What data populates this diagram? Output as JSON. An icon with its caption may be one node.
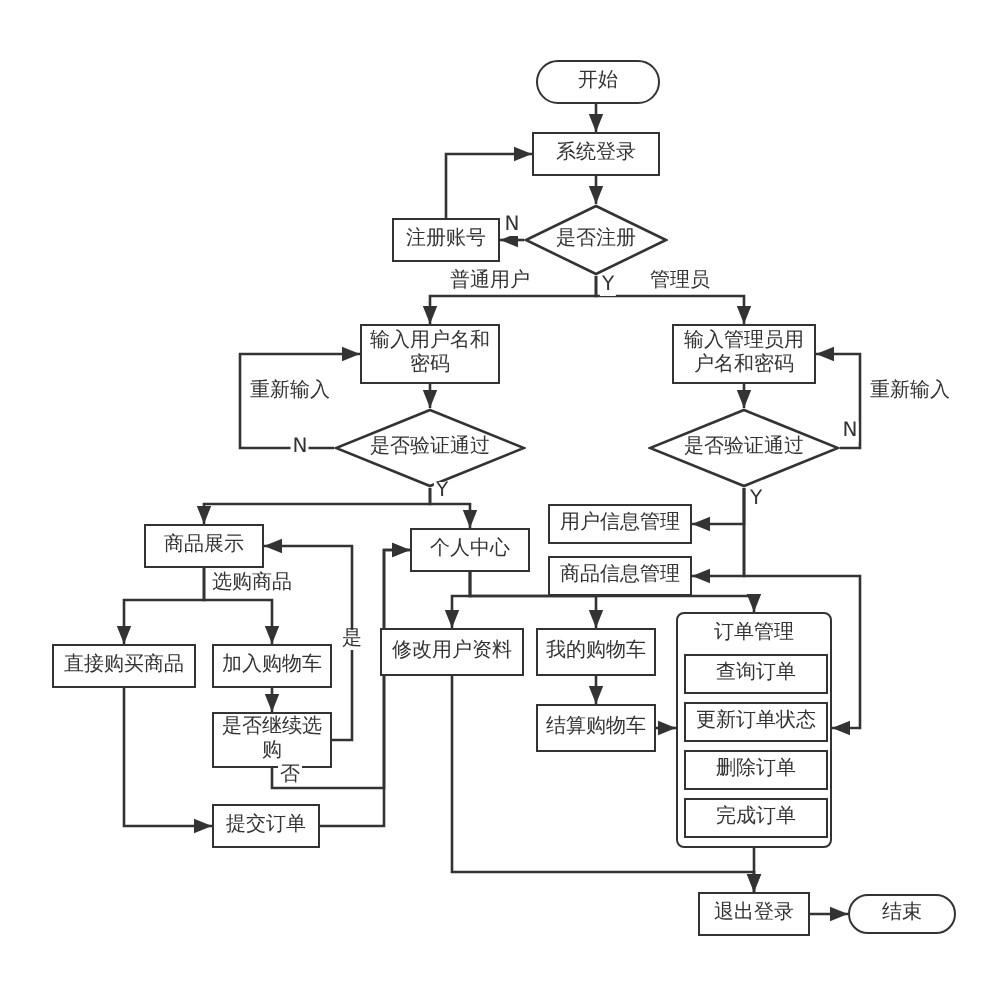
{
  "diagram": {
    "nodes": [
      {
        "text": [
          "开始"
        ]
      },
      {
        "text": [
          "系统登录"
        ]
      },
      {
        "text": [
          "是否注册"
        ]
      },
      {
        "text": [
          "注册账号"
        ]
      },
      {
        "text": [
          "输入用户名和密码"
        ]
      },
      {
        "text": [
          "输入管理员用户名和密码"
        ]
      },
      {
        "text": [
          "是否验证通过"
        ]
      },
      {
        "text": [
          "是否验证通过"
        ]
      },
      {
        "text": [
          "用户信息管理"
        ]
      },
      {
        "text": [
          "商品信息管理"
        ]
      },
      {
        "text": [
          "商品展示"
        ]
      },
      {
        "text": [
          "个人中心"
        ]
      },
      {
        "text": [
          "直接购买商品"
        ]
      },
      {
        "text": [
          "加入购物车"
        ]
      },
      {
        "text": [
          "是否继续选购"
        ]
      },
      {
        "text": [
          "提交订单"
        ]
      },
      {
        "text": [
          "修改用户资料"
        ]
      },
      {
        "text": [
          "我的购物车"
        ]
      },
      {
        "text": [
          "结算购物车"
        ]
      },
      {
        "text": [
          "订单管理"
        ]
      },
      {
        "text": [
          "查询订单"
        ],
        "in": 19
      },
      {
        "text": [
          "更新订单状态"
        ],
        "in": 19
      },
      {
        "text": [
          "删除订单"
        ],
        "in": 19
      },
      {
        "text": [
          "完成订单"
        ],
        "in": 19
      },
      {
        "text": [
          "退出登录"
        ]
      },
      {
        "text": [
          "结束"
        ]
      }
    ],
    "edges": [
      {
        "from": 0,
        "to": 1,
        "arrow": "to"
      },
      {
        "from": 1,
        "to": 2,
        "arrow": "to"
      },
      {
        "from": 2,
        "to": 3,
        "arrow": "to",
        "label": "N"
      },
      {
        "from": 3,
        "to": 1,
        "arrow": "to"
      },
      {
        "from": 2,
        "to": 4,
        "arrow": "to",
        "label": "普通用户"
      },
      {
        "from": 2,
        "to": 5,
        "arrow": "to",
        "label": "管理员"
      },
      {
        "from": 4,
        "to": 6,
        "arrow": "to"
      },
      {
        "from": 6,
        "to": 4,
        "arrow": "to",
        "label": "重新输入"
      },
      {
        "from": 5,
        "to": 7,
        "arrow": "to"
      },
      {
        "from": 7,
        "to": 5,
        "arrow": "to",
        "label": "重新输入"
      },
      {
        "from": 6,
        "to": 10,
        "arrow": "to"
      },
      {
        "from": 6,
        "to": 11,
        "arrow": "to"
      },
      {
        "from": 7,
        "to": 8,
        "arrow": "to"
      },
      {
        "from": 7,
        "to": 9,
        "arrow": "to"
      },
      {
        "from": 7,
        "to": 19,
        "arrow": "to"
      },
      {
        "from": 10,
        "to": 12,
        "arrow": "to",
        "label": "选购商品"
      },
      {
        "from": 10,
        "to": 13,
        "arrow": "to"
      },
      {
        "from": 13,
        "to": 14,
        "arrow": "to"
      },
      {
        "from": 14,
        "to": 10,
        "arrow": "to",
        "label": "是"
      },
      {
        "from": 14,
        "to": 11,
        "arrow": "to",
        "label": "否"
      },
      {
        "from": 12,
        "to": 15,
        "arrow": "to"
      },
      {
        "from": 15,
        "to": 11,
        "arrow": "to"
      },
      {
        "from": 11,
        "to": 16,
        "arrow": "to"
      },
      {
        "from": 11,
        "to": 17,
        "arrow": "to"
      },
      {
        "from": 11,
        "to": 19,
        "arrow": "to"
      },
      {
        "from": 17,
        "to": 18,
        "arrow": "to"
      },
      {
        "from": 18,
        "to": 19,
        "arrow": "to"
      },
      {
        "from": 16,
        "to": 24,
        "arrow": "to"
      },
      {
        "from": 19,
        "to": 24,
        "arrow": "to"
      },
      {
        "from": 24,
        "to": 25,
        "arrow": "to"
      }
    ],
    "labels": [
      "Y",
      "N",
      "N",
      "Y",
      "Y"
    ]
  }
}
